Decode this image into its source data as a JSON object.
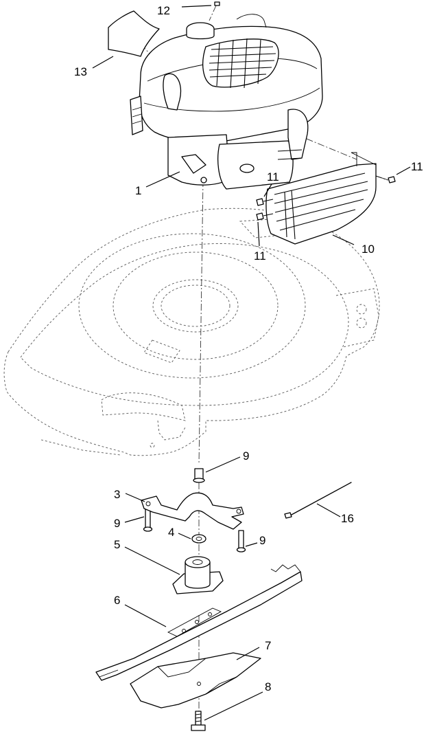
{
  "callouts": {
    "c1": "1",
    "c3": "3",
    "c4": "4",
    "c5": "5",
    "c6": "6",
    "c7": "7",
    "c8": "8",
    "c9a": "9",
    "c9b": "9",
    "c9c": "9",
    "c10": "10",
    "c11a": "11",
    "c11b": "11",
    "c11c": "11",
    "c12": "12",
    "c13": "13",
    "c16": "16"
  }
}
